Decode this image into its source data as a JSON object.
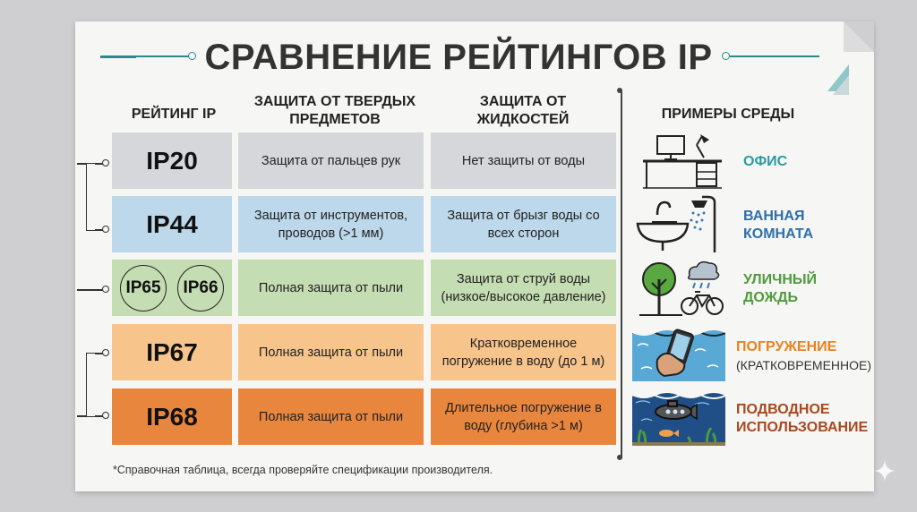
{
  "title": "СРАВНЕНИЕ РЕЙТИНГОВ IP",
  "headers": {
    "rating": "РЕЙТИНГ IP",
    "solid": "ЗАЩИТА ОТ ТВЕРДЫХ ПРЕДМЕТОВ",
    "liquid": "ЗАЩИТА ОТ ЖИДКОСТЕЙ",
    "env": "ПРИМЕРЫ СРЕДЫ"
  },
  "rows": [
    {
      "rating": "IP20",
      "solid": "Защита от пальцев рук",
      "liquid": "Нет защиты от воды",
      "color": "#d6d7db",
      "env": "ОФИС",
      "env_color": "#2a9d9f",
      "env_sub": ""
    },
    {
      "rating": "IP44",
      "solid": "Защита от инструментов, проводов (>1 мм)",
      "liquid": "Защита от брызг воды со всех сторон",
      "color": "#bcd8ea",
      "env": "ВАННАЯ КОМНАТА",
      "env_color": "#2f6fa8",
      "env_sub": ""
    },
    {
      "rating_a": "IP65",
      "rating_b": "IP66",
      "solid": "Полная защита от пыли",
      "liquid": "Защита от струй воды (низкое/высокое давление)",
      "color": "#c5ddb2",
      "env": "УЛИЧНЫЙ ДОЖДЬ",
      "env_color": "#4f9a3c",
      "env_sub": ""
    },
    {
      "rating": "IP67",
      "solid": "Полная защита от пыли",
      "liquid": "Кратковременное погружение в воду (до 1 м)",
      "color": "#f7c48c",
      "env": "ПОГРУЖЕНИЕ",
      "env_color": "#e8821e",
      "env_sub": "(КРАТКОВРЕМЕННОЕ)"
    },
    {
      "rating": "IP68",
      "solid": "Полная защита от пыли",
      "liquid": "Длительное погружение в воду (глубина >1 м)",
      "color": "#e9863e",
      "env": "ПОДВОДНОЕ ИСПОЛЬЗОВАНИЕ",
      "env_color": "#a8481e",
      "env_sub": ""
    }
  ],
  "footnote": "*Справочная таблица, всегда проверяйте спецификации производителя.",
  "icons": [
    "office-desk-icon",
    "bathroom-sink-shower-icon",
    "tree-rain-bicycle-icon",
    "phone-underwater-icon",
    "submarine-fish-icon"
  ]
}
